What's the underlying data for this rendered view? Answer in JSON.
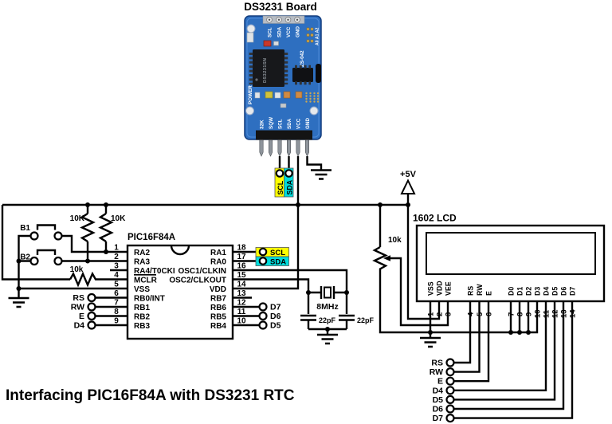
{
  "title": "Interfacing PIC16F84A with DS3231 RTC",
  "board": {
    "label": "DS3231 Board",
    "top_pins": [
      "SCL",
      "SDA",
      "VCC",
      "GND"
    ],
    "bottom_pins": [
      "32K",
      "SQW",
      "SCL",
      "SDA",
      "VCC",
      "GND"
    ],
    "silk": {
      "power": "POWER",
      "model": "ZS-042",
      "addr": "A0 A1 A2",
      "chip": "DS3231SN"
    },
    "colors": {
      "pcb": "#2e6fc0",
      "pcb_edge": "#123c7d"
    }
  },
  "i2c": {
    "scl": "SCL",
    "sda": "SDA",
    "scl_bg": "#ffff00",
    "sda_bg": "#00dcdc"
  },
  "power": {
    "rail": "+5V"
  },
  "parts": {
    "r1": "10K",
    "r2": "10K",
    "r3": "10k",
    "pot": "10k",
    "b1": "B1",
    "b2": "B2",
    "xtal": "8MHz",
    "c1": "22pF",
    "c2": "22pF"
  },
  "pic": {
    "name": "PIC16F84A",
    "left_pins": [
      {
        "num": "1",
        "name": "RA2"
      },
      {
        "num": "2",
        "name": "RA3"
      },
      {
        "num": "3",
        "name": "RA4/T0CKI"
      },
      {
        "num": "4",
        "name": "MCLR"
      },
      {
        "num": "5",
        "name": "VSS"
      },
      {
        "num": "6",
        "name": "RB0/INT"
      },
      {
        "num": "7",
        "name": "RB1"
      },
      {
        "num": "8",
        "name": "RB2"
      },
      {
        "num": "9",
        "name": "RB3"
      }
    ],
    "right_pins": [
      {
        "num": "18",
        "name": "RA1"
      },
      {
        "num": "17",
        "name": "RA0"
      },
      {
        "num": "16",
        "name": "OSC1/CLKIN"
      },
      {
        "num": "15",
        "name": "OSC2/CLKOUT"
      },
      {
        "num": "14",
        "name": "VDD"
      },
      {
        "num": "13",
        "name": "RB7"
      },
      {
        "num": "12",
        "name": "RB6"
      },
      {
        "num": "11",
        "name": "RB5"
      },
      {
        "num": "10",
        "name": "RB4"
      }
    ]
  },
  "lcd": {
    "label": "1602 LCD",
    "pins": [
      {
        "num": "1",
        "name": "VSS"
      },
      {
        "num": "2",
        "name": "VDD"
      },
      {
        "num": "3",
        "name": "VEE"
      },
      {
        "num": "4",
        "name": "RS"
      },
      {
        "num": "5",
        "name": "RW"
      },
      {
        "num": "6",
        "name": "E"
      },
      {
        "num": "7",
        "name": "D0"
      },
      {
        "num": "8",
        "name": "D1"
      },
      {
        "num": "9",
        "name": "D2"
      },
      {
        "num": "10",
        "name": "D3"
      },
      {
        "num": "11",
        "name": "D4"
      },
      {
        "num": "12",
        "name": "D5"
      },
      {
        "num": "13",
        "name": "D6"
      },
      {
        "num": "14",
        "name": "D7"
      }
    ]
  },
  "conn": {
    "pic_left": [
      "RS",
      "RW",
      "E",
      "D4"
    ],
    "pic_right": [
      "D7",
      "D6",
      "D5"
    ],
    "lcd_bottom": [
      "RS",
      "RW",
      "E",
      "D4",
      "D5",
      "D6",
      "D7"
    ]
  }
}
